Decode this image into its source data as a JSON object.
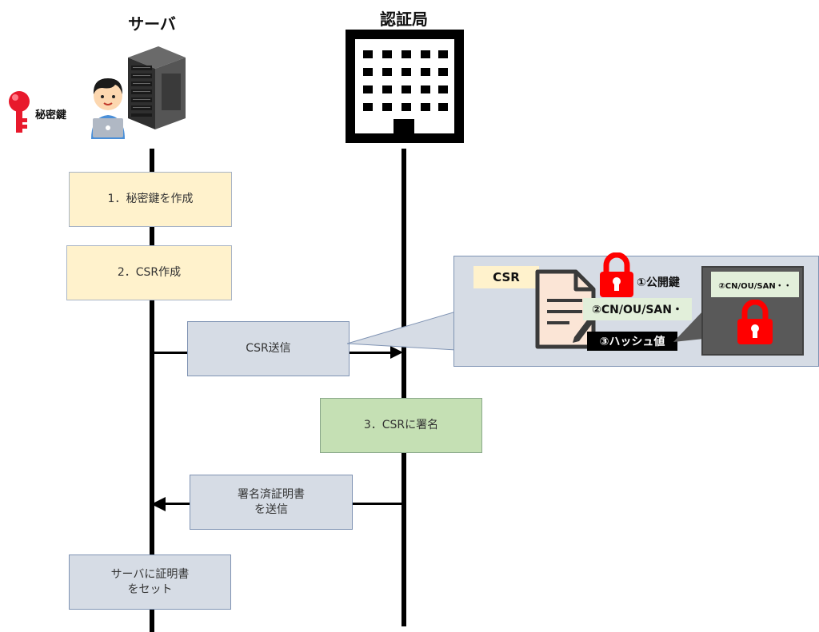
{
  "actors": {
    "server": {
      "title": "サーバ"
    },
    "ca": {
      "title": "認証局"
    }
  },
  "private_key": {
    "label": "秘密鍵"
  },
  "steps": {
    "create_key": "1．秘密鍵を作成",
    "create_csr": "2．CSR作成",
    "send_csr": "CSR送信",
    "sign_csr": "3．CSRに署名",
    "send_cert": "署名済証明書\nを送信",
    "set_cert": "サーバに証明書\nをセット"
  },
  "csr_detail": {
    "title": "CSR",
    "public_key": "①公開鍵",
    "subject": "②CN/OU/SAN・",
    "hash": "③ハッシュ値",
    "encrypted_subject": "②CN/OU/SAN・・"
  },
  "colors": {
    "step_yellow": "#fff2cc",
    "step_blue": "#d6dce5",
    "step_green": "#c5e0b4",
    "callout_bg": "#d6dce5",
    "lock_red": "#ff0000",
    "key_red": "#e8192c"
  },
  "icons": [
    "key-icon",
    "person-with-laptop-icon",
    "server-rack-icon",
    "building-icon",
    "document-icon",
    "lock-icon"
  ]
}
